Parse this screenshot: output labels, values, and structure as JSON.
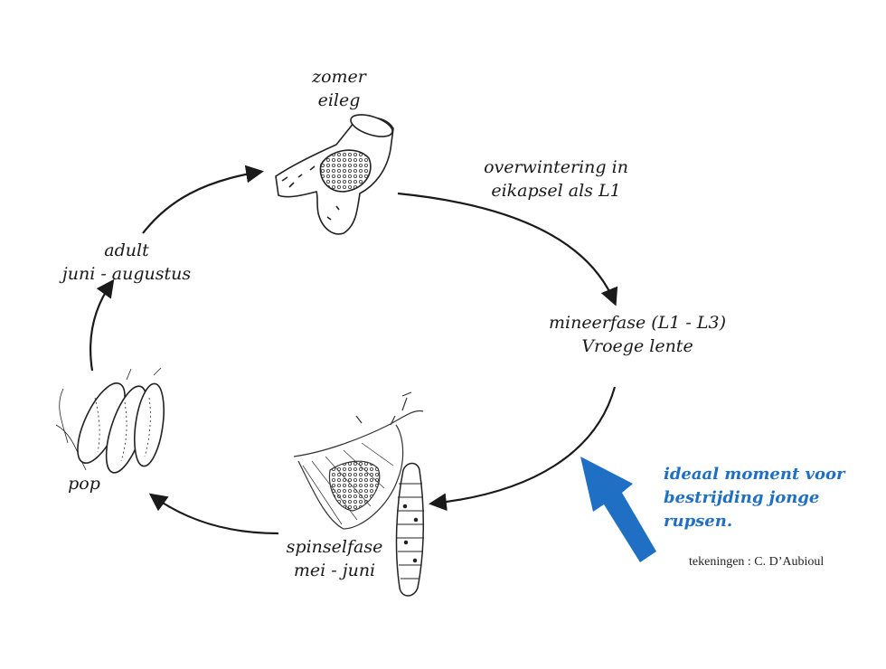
{
  "stages": {
    "egg": {
      "line1": "zomer",
      "line2": "eileg"
    },
    "overwinter": {
      "line1": "overwintering in",
      "line2": "eikapsel als L1"
    },
    "mining": {
      "line1": "mineerfase (L1 - L3)",
      "line2": "Vroege lente"
    },
    "spinning": {
      "line1": "spinselfase",
      "line2": "mei - juni"
    },
    "pupa": {
      "line1": "pop"
    },
    "adult": {
      "line1": "adult",
      "line2": "juni - augustus"
    }
  },
  "callout": {
    "line1": "ideaal moment voor",
    "line2": "bestrijding jonge",
    "line3": "rupsen.",
    "color": "#1f6fc4"
  },
  "credit": "tekeningen : C. D’Aubioul",
  "icons": [
    "egg-twig-illustration",
    "caterpillar-illustration",
    "web-twig-illustration",
    "pupa-illustration"
  ]
}
